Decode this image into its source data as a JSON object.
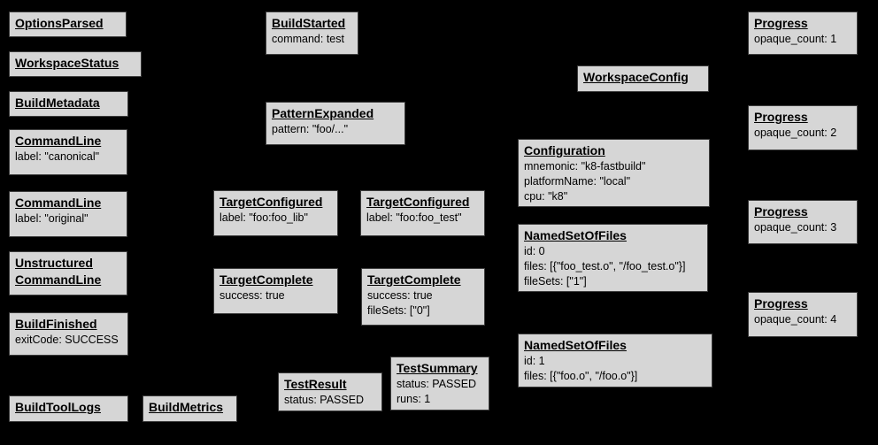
{
  "diagram": {
    "description_colors": {
      "background": "#000000",
      "node_fill": "#d6d6d6",
      "node_border": "#3c3c3c",
      "text": "#000000"
    }
  },
  "nodes": [
    {
      "title": "OptionsParsed",
      "attrs": []
    },
    {
      "title": "WorkspaceStatus",
      "attrs": []
    },
    {
      "title": "BuildMetadata",
      "attrs": []
    },
    {
      "title": "CommandLine",
      "attrs": [
        "label: \"canonical\""
      ]
    },
    {
      "title": "CommandLine",
      "attrs": [
        "label: \"original\""
      ]
    },
    {
      "title": "Unstructured",
      "title2": "CommandLine",
      "attrs": []
    },
    {
      "title": "BuildFinished",
      "attrs": [
        "exitCode: SUCCESS"
      ]
    },
    {
      "title": "BuildToolLogs",
      "attrs": []
    },
    {
      "title": "BuildMetrics",
      "attrs": []
    },
    {
      "title": "BuildStarted",
      "attrs": [
        "command: test"
      ]
    },
    {
      "title": "PatternExpanded",
      "attrs": [
        "pattern: \"foo/...\""
      ]
    },
    {
      "title": "TargetConfigured",
      "attrs": [
        "label: \"foo:foo_lib\""
      ]
    },
    {
      "title": "TargetConfigured",
      "attrs": [
        "label: \"foo:foo_test\""
      ]
    },
    {
      "title": "TargetComplete",
      "attrs": [
        "success: true"
      ]
    },
    {
      "title": "TargetComplete",
      "attrs": [
        "success: true",
        "fileSets: [\"0\"]"
      ]
    },
    {
      "title": "TestResult",
      "attrs": [
        "status: PASSED"
      ]
    },
    {
      "title": "TestSummary",
      "attrs": [
        "status: PASSED",
        "runs: 1"
      ]
    },
    {
      "title": "WorkspaceConfig",
      "attrs": []
    },
    {
      "title": "Configuration",
      "attrs": [
        "mnemonic: \"k8-fastbuild\"",
        "platformName: \"local\"",
        "cpu: \"k8\""
      ]
    },
    {
      "title": "NamedSetOfFiles",
      "attrs": [
        "id: 0",
        "files: [{\"foo_test.o\", \"/foo_test.o\"}]",
        "fileSets: [\"1\"]"
      ]
    },
    {
      "title": "NamedSetOfFiles",
      "attrs": [
        "id: 1",
        "files: [{\"foo.o\", \"/foo.o\"}]"
      ]
    },
    {
      "title": "Progress",
      "attrs": [
        "opaque_count: 1"
      ]
    },
    {
      "title": "Progress",
      "attrs": [
        "opaque_count: 2"
      ]
    },
    {
      "title": "Progress",
      "attrs": [
        "opaque_count: 3"
      ]
    },
    {
      "title": "Progress",
      "attrs": [
        "opaque_count: 4"
      ]
    }
  ]
}
